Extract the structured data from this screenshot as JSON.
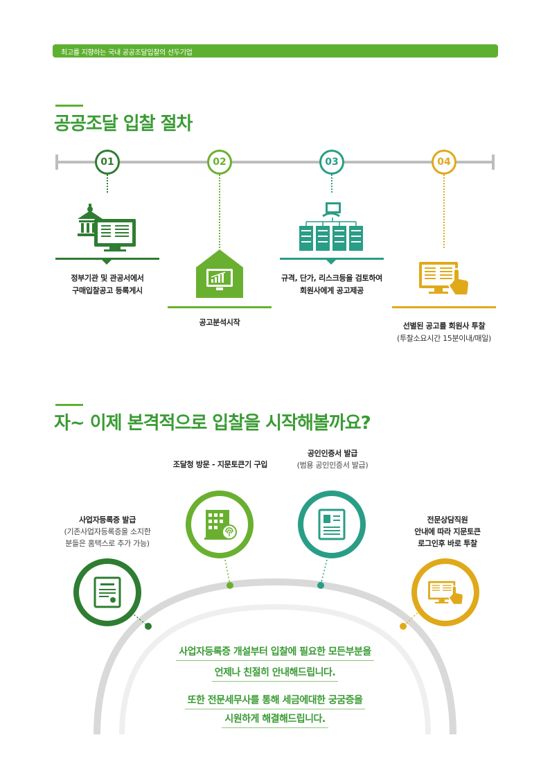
{
  "header": {
    "tagline": "최고를 지향하는 국내 공공조달입찰의 선두기업"
  },
  "section1": {
    "title": "공공조달 입찰 절차",
    "steps": [
      {
        "num": "01",
        "line1": "정부기관 및 관공서에서",
        "line2": "구매입찰공고 등록게시",
        "color": "#2e7d32"
      },
      {
        "num": "02",
        "line1": "공고분석시작",
        "color": "#6ab030"
      },
      {
        "num": "03",
        "line1": "규격, 단가, 리스크등을 검토하여",
        "line2": "회원사에게 공고제공",
        "color": "#2a9d86"
      },
      {
        "num": "04",
        "line1": "선별된 공고를 회원사 투찰",
        "line2": "(투찰소요시간 15분이내/매일)",
        "color": "#e0a91a"
      }
    ]
  },
  "section2": {
    "title": "자~ 이제 본격적으로 입찰을 시작해볼까요?",
    "items": [
      {
        "title": "사업자등록증 발급",
        "line2": "(기존사업자등록증을 소지한",
        "line3": "분들은 홈택스로 추가 가능)",
        "color": "#2e7d32"
      },
      {
        "title": "조달청 방문 - 지문토큰기 구입",
        "color": "#6ab030"
      },
      {
        "title": "공인인증서 발급",
        "line2": "(범용 공인인증서 발급)",
        "color": "#2a9d86"
      },
      {
        "title": "전문상담직원",
        "line2": "안내에 따라 지문토큰",
        "line3": "로그인후 바로 투찰",
        "color": "#e0a91a"
      }
    ],
    "messages": [
      "사업자등록증 개설부터 입찰에 필요한 모든부분을",
      "언제나 친절히 안내해드립니다.",
      "또한 전문세무사를 통해 세금에대한 궁굼증을",
      "시원하게 해결해드립니다."
    ]
  }
}
